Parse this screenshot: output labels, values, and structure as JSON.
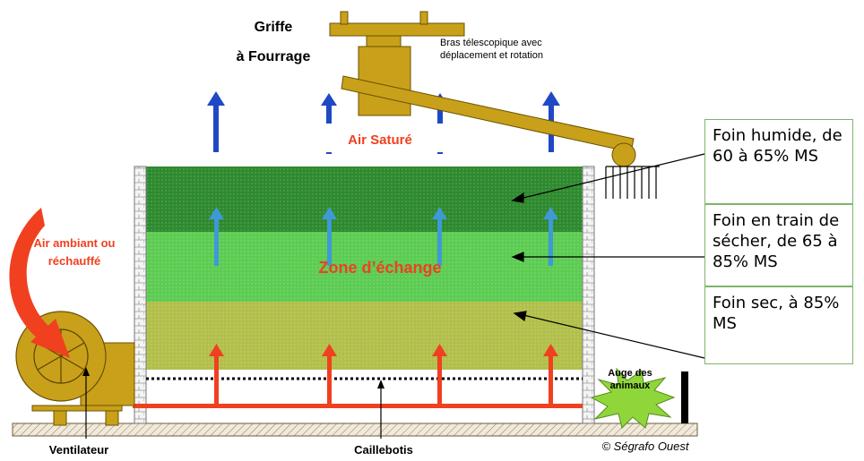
{
  "labels": {
    "griffe_line1": "Griffe",
    "griffe_line2": "à Fourrage",
    "bras_line1": "Bras télescopique avec",
    "bras_line2": "déplacement et rotation",
    "air_sature": "Air Saturé",
    "zone_echange": "Zone d’échange",
    "air_ambiant_line1": "Air ambiant ou",
    "air_ambiant_line2": "réchauffé",
    "auge_line1": "Auge des",
    "auge_line2": "animaux",
    "ventilateur": "Ventilateur",
    "caillebotis": "Caillebotis",
    "copyright": "© Ségrafo Ouest"
  },
  "layers": [
    {
      "text": "Foin humide, de 60 à 65% MS",
      "color": "#2e8a2e"
    },
    {
      "text": "Foin en train de sécher, de 65 à 85% MS",
      "color": "#5ccc52"
    },
    {
      "text": "Foin sec, à 85% MS",
      "color": "#b2bf4a"
    }
  ],
  "colors": {
    "equipment": "#c8a01a",
    "air_saturated_arrow": "#1f49c4",
    "air_mid_arrow": "#3f98d8",
    "air_warm_arrow": "#f04020",
    "label_red": "#f04020",
    "auge": "#8fd63a"
  },
  "icons": [
    "fan-icon",
    "curved-arrow-icon",
    "grapple-icon",
    "auge-burst-icon"
  ]
}
